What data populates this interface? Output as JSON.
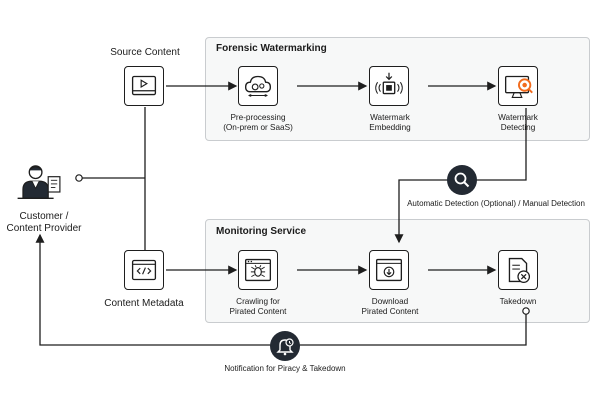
{
  "diagram": {
    "groups": {
      "forensic": "Forensic Watermarking",
      "monitoring": "Monitoring Service"
    },
    "nodes": {
      "source_content": "Source Content",
      "content_metadata": "Content Metadata",
      "customer": "Customer /\nContent Provider",
      "preprocessing": "Pre-processing\n(On-prem or SaaS)",
      "embedding": "Watermark\nEmbedding",
      "detecting": "Watermark\nDetecting",
      "crawling": "Crawling for\nPirated Content",
      "download": "Download\nPirated Content",
      "takedown": "Takedown"
    },
    "edges": {
      "detection": "Automatic Detection (Optional) / Manual Detection",
      "notification": "Notification for Piracy & Takedown"
    },
    "colors": {
      "accent": "#f26b1d",
      "dark": "#232a33",
      "line": "#1e1e1e"
    },
    "icons": {
      "source": "video-player-icon",
      "metadata": "code-window-icon",
      "customer": "person-with-document-icon",
      "preprocessing": "cloud-gears-icon",
      "embedding": "chip-download-icon",
      "detecting": "monitor-search-icon",
      "crawling": "bug-window-icon",
      "download": "download-window-icon",
      "takedown": "document-remove-icon",
      "detection": "search-icon",
      "notification": "bell-clock-icon"
    }
  }
}
